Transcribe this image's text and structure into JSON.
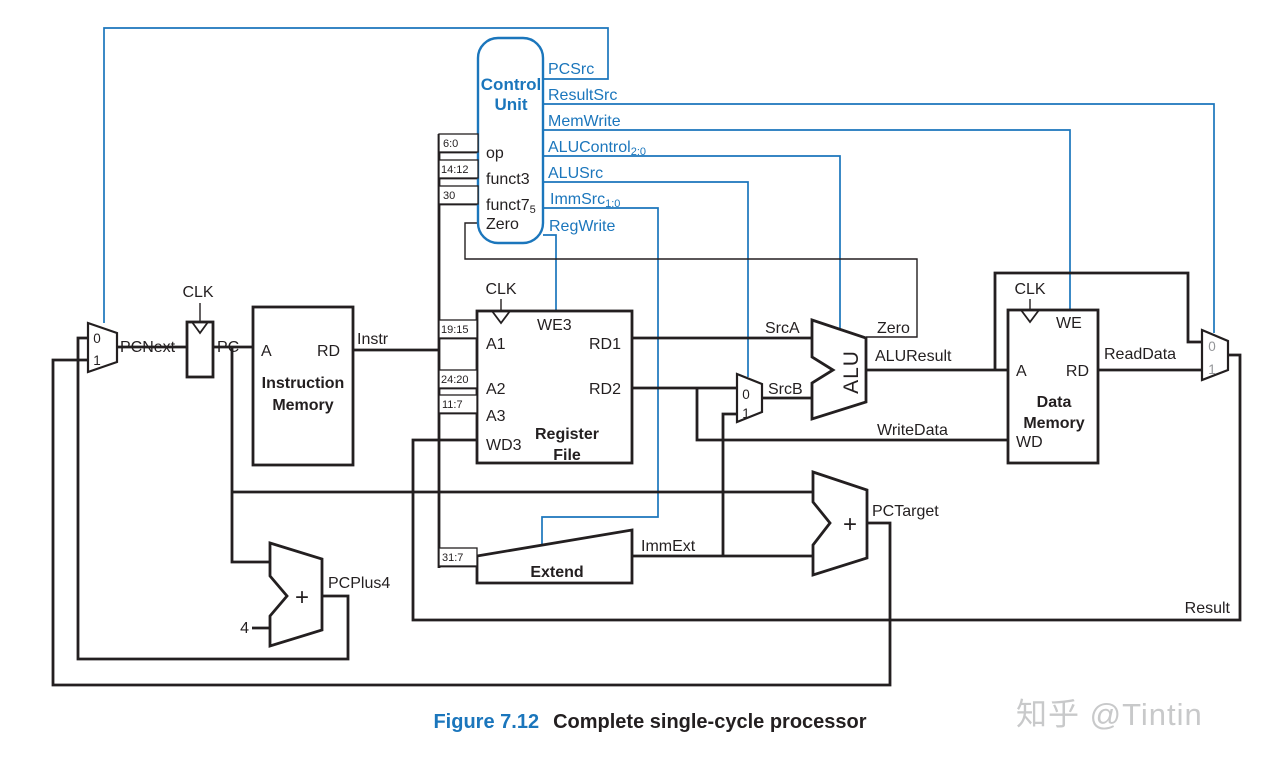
{
  "colors": {
    "blue": "#1b76bc",
    "ink": "#231f20",
    "muxgray": "#939598",
    "watermark": "#c8c9ca"
  },
  "caption": {
    "figure_label": "Figure 7.12",
    "figure_title": "Complete single-cycle processor"
  },
  "watermark": "知乎 @Tintin",
  "control_unit": {
    "title_line1": "Control",
    "title_line2": "Unit",
    "in_op": "op",
    "in_funct3": "funct3",
    "in_funct7_base": "funct7",
    "in_funct7_sub": "5",
    "in_zero": "Zero",
    "out_pcsrc": "PCSrc",
    "out_resultsrc": "ResultSrc",
    "out_memwrite": "MemWrite",
    "out_alucontrol_base": "ALUControl",
    "out_alucontrol_sub": "2:0",
    "out_alusrc": "ALUSrc",
    "out_immsrc_base": "ImmSrc",
    "out_immsrc_sub": "1:0",
    "out_regwrite": "RegWrite"
  },
  "bitfields": {
    "op": "6:0",
    "funct3": "14:12",
    "funct7": "30",
    "a1": "19:15",
    "a2": "24:20",
    "a3": "11:7",
    "ext": "31:7"
  },
  "pc_logic": {
    "clk": "CLK",
    "mux0": "0",
    "mux1": "1",
    "pcnext": "PCNext",
    "pc": "PC",
    "plus": "+",
    "four": "4",
    "pcplus4": "PCPlus4",
    "pctarget": "PCTarget"
  },
  "instruction_memory": {
    "a": "A",
    "rd": "RD",
    "name_line1": "Instruction",
    "name_line2": "Memory",
    "instr": "Instr"
  },
  "register_file": {
    "clk": "CLK",
    "we3": "WE3",
    "a1": "A1",
    "a2": "A2",
    "a3": "A3",
    "wd3": "WD3",
    "rd1": "RD1",
    "rd2": "RD2",
    "name_line1": "Register",
    "name_line2": "File"
  },
  "alu": {
    "name": "ALU",
    "srca": "SrcA",
    "srcb": "SrcB",
    "zero": "Zero",
    "aluresult": "ALUResult",
    "writedata": "WriteData",
    "mux0": "0",
    "mux1": "1"
  },
  "data_memory": {
    "clk": "CLK",
    "we": "WE",
    "a": "A",
    "rd": "RD",
    "wd": "WD",
    "name_line1": "Data",
    "name_line2": "Memory",
    "readdata": "ReadData",
    "mux0": "0",
    "mux1": "1",
    "result": "Result"
  },
  "extend_unit": {
    "name": "Extend",
    "immext": "ImmExt"
  }
}
